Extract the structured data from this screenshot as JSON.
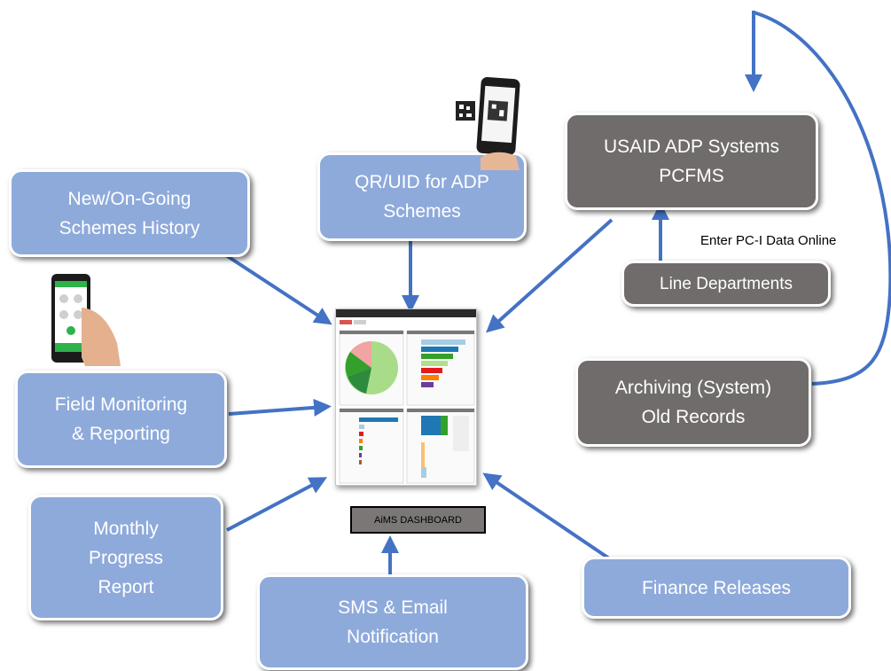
{
  "boxes": {
    "new_schemes": "New/On-Going\nSchemes History",
    "qr_uid": "QR/UID for ADP\nSchemes",
    "usaid": "USAID ADP Systems\nPCFMS",
    "line_departments": "Line Departments",
    "field_monitoring": "Field Monitoring\n& Reporting",
    "archiving": "Archiving (System)\nOld Records",
    "monthly_progress": "Monthly\nProgress\nReport",
    "sms_email": "SMS & Email\nNotification",
    "finance_releases": "Finance Releases"
  },
  "labels": {
    "enter_pc1": "Enter PC-I Data Online",
    "aims_dashboard": "AiMS DASHBOARD"
  },
  "colors": {
    "blue_box": "#8eaadb",
    "gray_box": "#716c6c",
    "arrow": "#4472c4"
  },
  "icons": [
    "smartphone-qr-icon",
    "smartphone-app-icon"
  ]
}
